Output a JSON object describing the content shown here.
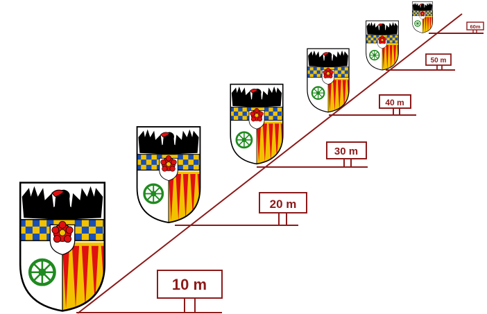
{
  "colors": {
    "line": "#8b1a1a",
    "sign_border": "#8b1a1a",
    "sign_text": "#8b1a1a",
    "eagle": "#000000",
    "eagle_tongue": "#e01010",
    "rose": "#e01010",
    "checker_blue": "#1a4fb3",
    "checker_gold": "#f2c200",
    "wheel": "#1f8a1f",
    "stripe_red": "#e01010",
    "stripe_gold": "#f2c200",
    "shield_outline": "#000000"
  },
  "markers": [
    {
      "label": "10 m"
    },
    {
      "label": "20 m"
    },
    {
      "label": "30 m"
    },
    {
      "label": "40 m"
    },
    {
      "label": "50 m"
    },
    {
      "label": "60m"
    }
  ],
  "icons": {
    "shield": "coat-of-arms-icon",
    "eagle": "black-eagle-icon",
    "rose": "red-rose-icon",
    "wheel": "green-wheel-icon"
  }
}
